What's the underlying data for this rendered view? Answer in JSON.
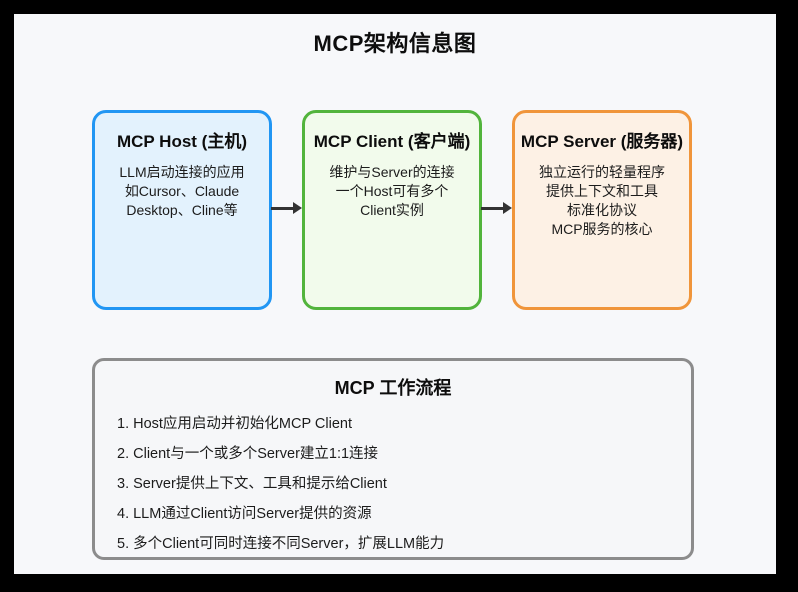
{
  "page": {
    "title": "MCP架构信息图",
    "background_color": "#f7f8fa",
    "frame_color": "#000000"
  },
  "architecture": {
    "arrow_color": "#333333",
    "boxes": [
      {
        "title": "MCP Host (主机)",
        "lines": [
          "LLM启动连接的应用",
          "如Cursor、Claude",
          "Desktop、Cline等"
        ],
        "border_color": "#2196f3",
        "fill_color": "#e3f2fd"
      },
      {
        "title": "MCP Client (客户端)",
        "lines": [
          "维护与Server的连接",
          "一个Host可有多个",
          "Client实例"
        ],
        "border_color": "#52b43c",
        "fill_color": "#f2fbec"
      },
      {
        "title": "MCP Server (服务器)",
        "lines": [
          "独立运行的轻量程序",
          "提供上下文和工具",
          "标准化协议",
          "MCP服务的核心"
        ],
        "border_color": "#f0953a",
        "fill_color": "#fdf1e5"
      }
    ]
  },
  "workflow": {
    "title": "MCP 工作流程",
    "border_color": "#8c8c8c",
    "steps": [
      "1. Host应用启动并初始化MCP Client",
      "2. Client与一个或多个Server建立1:1连接",
      "3. Server提供上下文、工具和提示给Client",
      "4. LLM通过Client访问Server提供的资源",
      "5. 多个Client可同时连接不同Server，扩展LLM能力"
    ]
  }
}
